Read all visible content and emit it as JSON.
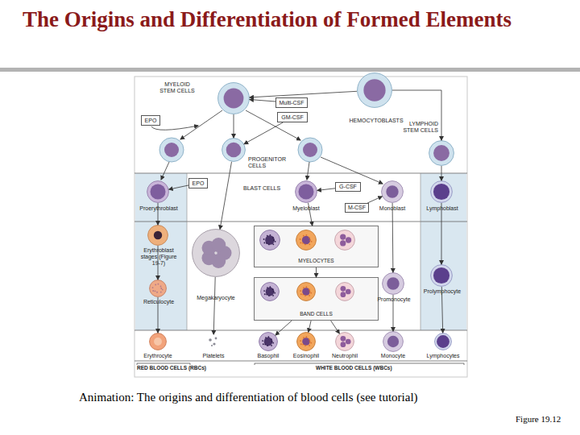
{
  "diagram": {
    "title": "The Origins and Differentiation of Formed Elements",
    "caption": "Animation: The origins and differentiation of blood cells (see tutorial)",
    "nodes": [
      {
        "text": [
          "MYELOID STEM CELLS"
        ]
      },
      {
        "text": [
          "Multi-CSF"
        ]
      },
      {
        "text": [
          "GM-CSF"
        ]
      },
      {
        "text": [
          "HEMOCYTOBLASTS"
        ]
      },
      {
        "text": [
          "EPO"
        ]
      },
      {
        "text": [
          "LYMPHOID STEM CELLS"
        ]
      },
      {
        "text": [
          "PROGENITOR CELLS"
        ]
      },
      {
        "text": [
          "Proerythroblast"
        ]
      },
      {
        "text": [
          "EPO"
        ]
      },
      {
        "text": [
          "Myeloblast"
        ]
      },
      {
        "text": [
          "G-CSF"
        ]
      },
      {
        "text": [
          "M-CSF"
        ]
      },
      {
        "text": [
          "Monoblast"
        ]
      },
      {
        "text": [
          "Lymphoblast"
        ]
      },
      {
        "text": [
          "Erythroblast stages (Figure 19-7)"
        ]
      },
      {
        "text": [
          "Megakaryocyte"
        ]
      },
      {
        "text": [
          "MYELOCYTES"
        ]
      },
      {
        "text": [
          "BAND CELLS"
        ]
      },
      {
        "text": [
          "Reticulocyte"
        ]
      },
      {
        "text": [
          "Promonocyte"
        ]
      },
      {
        "text": [
          "Prolymphocyte"
        ]
      },
      {
        "text": [
          "Erythrocyte"
        ]
      },
      {
        "text": [
          "Platelets"
        ]
      },
      {
        "text": [
          "Basophil"
        ]
      },
      {
        "text": [
          "Eosinophil"
        ]
      },
      {
        "text": [
          "Neutrophil"
        ]
      },
      {
        "text": [
          "Monocyte"
        ]
      },
      {
        "text": [
          "Lymphocytes"
        ]
      }
    ],
    "edges": [
      {
        "from": 3,
        "to": 0,
        "arrow": "to"
      },
      {
        "from": 3,
        "to": 5,
        "arrow": "to"
      },
      {
        "from": 1,
        "to": 0,
        "arrow": "to"
      },
      {
        "from": 0,
        "to": 6,
        "arrow": "to"
      },
      {
        "from": 2,
        "to": 6,
        "arrow": "to"
      },
      {
        "from": 8,
        "to": 7,
        "arrow": "to"
      },
      {
        "from": 10,
        "to": 9,
        "arrow": "to"
      },
      {
        "from": 11,
        "to": 12,
        "arrow": "to"
      },
      {
        "from": 5,
        "to": 13,
        "arrow": "to"
      },
      {
        "from": 7,
        "to": 14,
        "arrow": "to"
      },
      {
        "from": 6,
        "to": 15,
        "arrow": "to"
      },
      {
        "from": 9,
        "to": 16,
        "arrow": "to"
      },
      {
        "from": 16,
        "to": 17,
        "arrow": "to"
      },
      {
        "from": 14,
        "to": 18,
        "arrow": "to"
      },
      {
        "from": 12,
        "to": 19,
        "arrow": "to"
      },
      {
        "from": 13,
        "to": 20,
        "arrow": "to"
      },
      {
        "from": 18,
        "to": 21,
        "arrow": "to"
      },
      {
        "from": 15,
        "to": 22,
        "arrow": "to"
      },
      {
        "from": 17,
        "to": 23,
        "arrow": "to"
      },
      {
        "from": 17,
        "to": 24,
        "arrow": "to"
      },
      {
        "from": 17,
        "to": 25,
        "arrow": "to"
      },
      {
        "from": 19,
        "to": 26,
        "arrow": "to"
      },
      {
        "from": 20,
        "to": 27,
        "arrow": "to"
      }
    ],
    "labels": [
      "BLAST CELLS",
      "RED BLOOD CELLS (RBCs)",
      "WHITE BLOOD CELLS (WBCs)",
      "Figure 19.12"
    ]
  }
}
